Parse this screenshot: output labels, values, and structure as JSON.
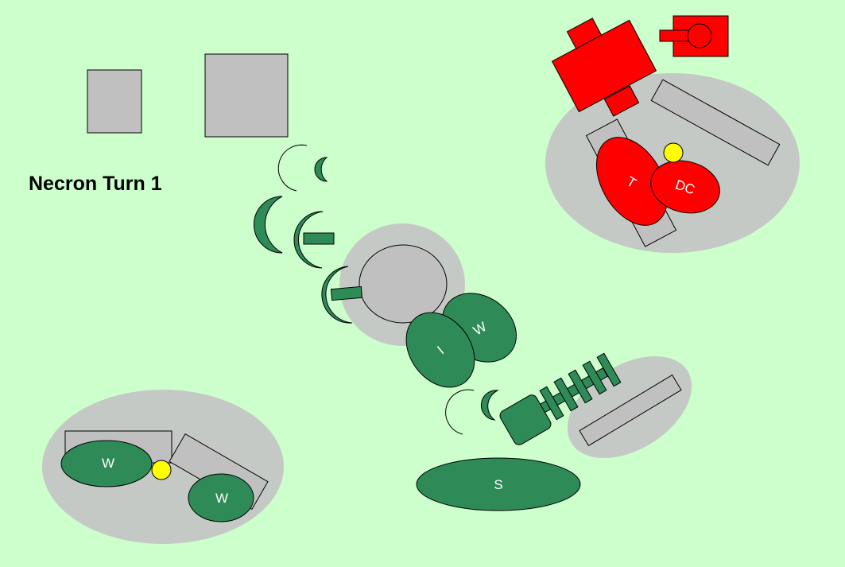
{
  "title": "Necron Turn 1",
  "colors": {
    "background": "#ccffcc",
    "terrain": "#c5c9c5",
    "building": "#c0c0c0",
    "necron": "#2e8b57",
    "enemy": "#ff0000",
    "marker": "#ffff00"
  },
  "units": {
    "w_main": "W",
    "i_main": "I",
    "s_unit": "S",
    "t_enemy": "T",
    "dc_enemy": "DC",
    "w_left_1": "W",
    "w_left_2": "W"
  }
}
